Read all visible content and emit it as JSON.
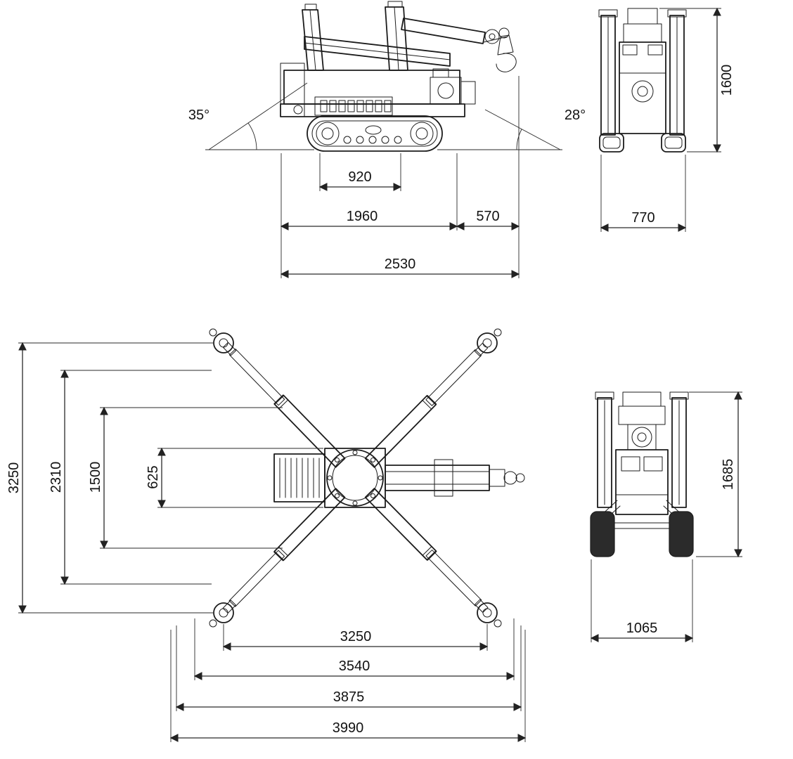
{
  "views": {
    "side_view": {
      "angle_front": "35°",
      "angle_rear": "28°",
      "track_base": "920",
      "chassis_length": "1960",
      "hook_overhang": "570",
      "overall_length": "2530"
    },
    "rear_view": {
      "overall_height": "1600",
      "overall_width": "770"
    },
    "plan_view": {
      "outrigger_span_width": "3250",
      "outrigger_span_width_mid": "2310",
      "outrigger_span_width_inner": "1500",
      "frame_width": "625",
      "outrigger_span_length_pads": "3250",
      "outrigger_span_length_mid": "3540",
      "outrigger_span_length_outer": "3875",
      "outrigger_span_length_max": "3990"
    },
    "front_view": {
      "overall_height_outriggers": "1685",
      "track_gauge": "1065"
    }
  }
}
